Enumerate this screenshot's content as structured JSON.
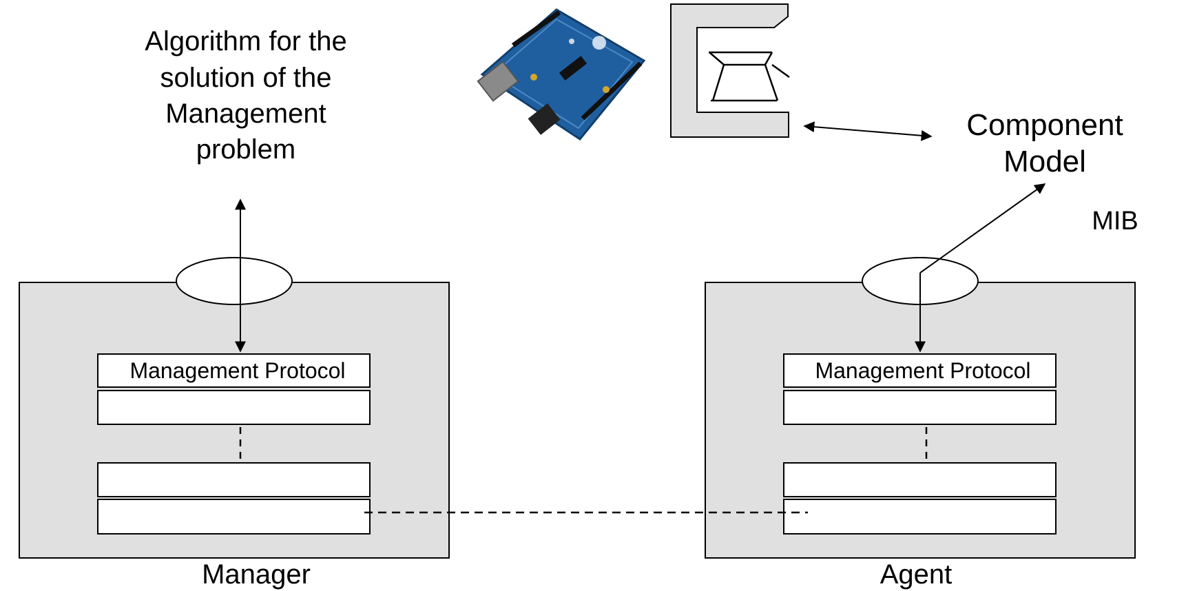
{
  "algorithm_label": {
    "line1": "Algorithm for the",
    "line2": "solution of the",
    "line3": "Management",
    "line4": "problem"
  },
  "component_model_label": {
    "line1": "Component",
    "line2": "Model"
  },
  "mib_label": "MIB",
  "manager": {
    "name": "Manager",
    "protocol_label": "Management Protocol"
  },
  "agent": {
    "name": "Agent",
    "protocol_label": "Management Protocol"
  },
  "colors": {
    "box_fill": "#e0e0e0",
    "line": "#000000",
    "board_blue": "#1f5fa0",
    "background": "#ffffff"
  },
  "icons": {
    "board": "arduino-board-icon",
    "device": "device-icon"
  }
}
